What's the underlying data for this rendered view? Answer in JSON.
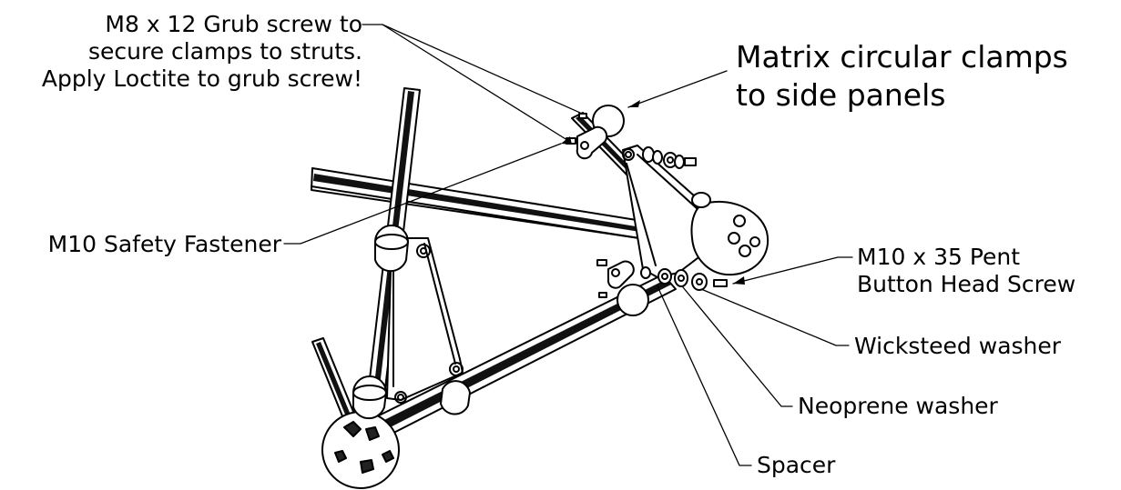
{
  "annotations": {
    "grub_screw": {
      "lines": [
        "M8 x 12 Grub screw to",
        "secure clamps to struts.",
        "Apply Loctite to grub screw!"
      ]
    },
    "matrix_clamps": {
      "lines": [
        "Matrix circular clamps",
        "to side panels"
      ]
    },
    "safety_fastener": {
      "lines": [
        "M10 Safety Fastener"
      ]
    },
    "pent_screw": {
      "lines": [
        "M10 x 35 Pent",
        "Button Head Screw"
      ]
    },
    "wicksteed_washer": {
      "lines": [
        "Wicksteed washer"
      ]
    },
    "neoprene_washer": {
      "lines": [
        "Neoprene washer"
      ]
    },
    "spacer": {
      "lines": [
        "Spacer"
      ]
    }
  },
  "colors": {
    "ink": "#000000",
    "paper": "#ffffff",
    "strut_fill": "#2a2a2a"
  }
}
